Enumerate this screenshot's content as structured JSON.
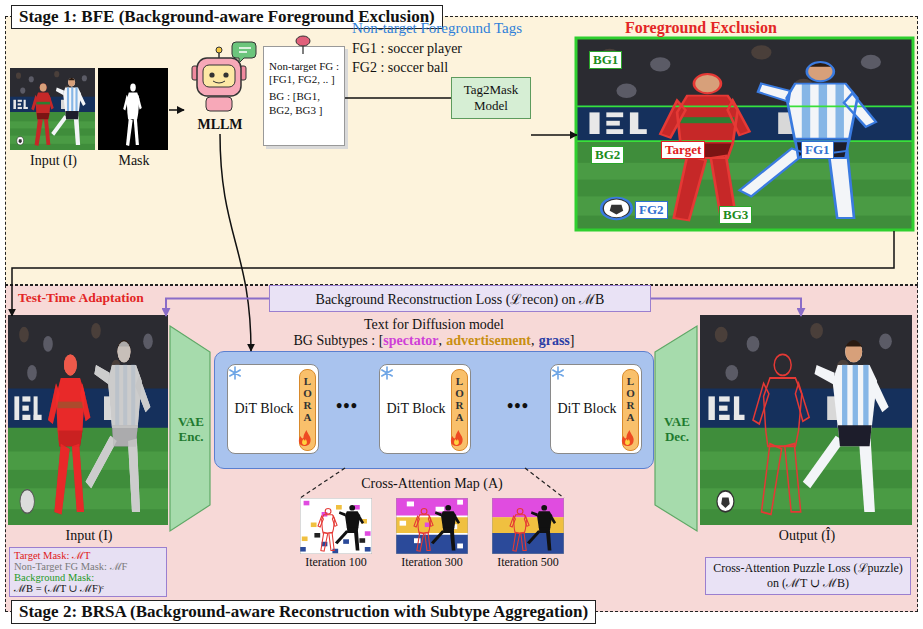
{
  "diagram": {
    "nodes": [
      {
        "text": [
          "Stage 1: BFE (Background-aware Foreground Exclusion)"
        ]
      },
      {
        "text": [
          "Input (I)"
        ],
        "in": 0
      },
      {
        "text": [
          "Mask"
        ],
        "in": 0
      },
      {
        "text": [
          "MLLM"
        ],
        "in": 0
      },
      {
        "text": [
          "Non-target FG : [FG1, FG2, .. ]",
          "BG : [BG1, BG2, BG3 ]"
        ],
        "in": 0
      },
      {
        "text": [
          "Tag2Mask Model"
        ],
        "in": 0
      },
      {
        "text": [
          "Foreground Exclusion"
        ],
        "in": 0
      },
      {
        "text": [
          "BG1"
        ],
        "in": 6
      },
      {
        "text": [
          "BG2"
        ],
        "in": 6
      },
      {
        "text": [
          "Target"
        ],
        "in": 6
      },
      {
        "text": [
          "FG1"
        ],
        "in": 6
      },
      {
        "text": [
          "FG2"
        ],
        "in": 6
      },
      {
        "text": [
          "BG3"
        ],
        "in": 6
      },
      {
        "text": [
          "Stage 2: BRSA (Background-aware Reconstruction with Subtype Aggregation)"
        ]
      },
      {
        "text": [
          "Background Reconstruction Loss (ℒrecon) on ℳB"
        ],
        "in": 13
      },
      {
        "text": [
          "Input (I)"
        ],
        "in": 13
      },
      {
        "text": [
          "VAE Enc."
        ],
        "in": 13
      },
      {
        "text": [
          "Text for Diffusion model",
          "BG Subtypes : [",
          "spectator",
          ",",
          "advertisement",
          ",",
          "grass",
          "]"
        ],
        "in": 13
      },
      {
        "text": [
          "DiT Block"
        ],
        "in": 17
      },
      {
        "text": [
          "LORA"
        ],
        "in": 18
      },
      {
        "text": [
          "DiT Block"
        ],
        "in": 17
      },
      {
        "text": [
          "LORA"
        ],
        "in": 20
      },
      {
        "text": [
          "DiT Block"
        ],
        "in": 17
      },
      {
        "text": [
          "LORA"
        ],
        "in": 22
      },
      {
        "text": [
          "VAE Dec."
        ],
        "in": 13
      },
      {
        "text": [
          "Output (Î)"
        ],
        "in": 13
      },
      {
        "text": [
          "Target Mask: ℳT",
          "Non-Target FG Mask: ℳF",
          "Background Mask:",
          "ℳB = (ℳT ∪ ℳF)ᶜ"
        ],
        "in": 13
      },
      {
        "text": [
          "Cross-Attention Puzzle Loss (ℒpuzzle) on (ℳT ∪ ℳB)"
        ],
        "in": 13
      }
    ],
    "edges": [
      {
        "from": 2,
        "to": 3,
        "arrow": "to"
      },
      {
        "from": 4,
        "to": 5,
        "arrow": "none"
      },
      {
        "from": 5,
        "to": 6,
        "arrow": "to"
      },
      {
        "from": 6,
        "to": 15,
        "arrow": "to"
      },
      {
        "from": 3,
        "to": 17,
        "arrow": "to"
      },
      {
        "from": 14,
        "to": 15,
        "arrow": "to"
      },
      {
        "from": 14,
        "to": 25,
        "arrow": "to"
      }
    ],
    "labels": [
      "Non-target Foreground Tags",
      "FG1 : soccer player",
      "FG2 : soccer ball",
      "Test-Time Adaptation",
      "•••",
      "•••",
      "Cross-Attention Map (A)",
      "Iteration 100",
      "Iteration 300",
      "Iteration 500"
    ]
  }
}
